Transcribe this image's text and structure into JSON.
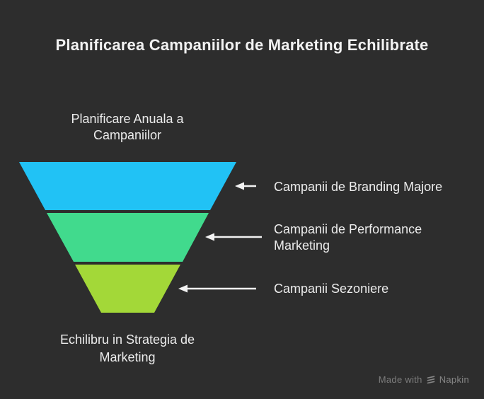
{
  "background_color": "#2d2d2d",
  "title": "Planificarea Campaniilor de Marketing Echilibrate",
  "diagram": {
    "type": "funnel",
    "top_label": "Planificare Anuala a Campaniilor",
    "bottom_label": "Echilibru in Strategia de Marketing",
    "tiers": [
      {
        "label": "Campanii de Branding Majore",
        "color": "#21c2f5"
      },
      {
        "label": "Campanii de Performance Marketing",
        "color": "#41da8d"
      },
      {
        "label": "Campanii Sezoniere",
        "color": "#a3d838"
      }
    ],
    "arrow_color": "#f2f2f2"
  },
  "watermark": {
    "prefix": "Made with",
    "brand": "Napkin",
    "color": "#7d7d7d"
  }
}
